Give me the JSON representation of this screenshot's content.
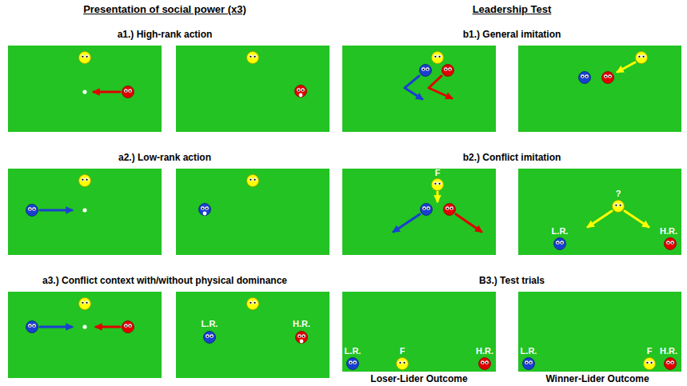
{
  "diagram": {
    "labels": [
      "Presentation of social power (x3)",
      "Leadership Test",
      "a1.) High-rank action",
      "b1.) General imitation",
      "a2.) Low-rank action",
      "b2.) Conflict imitation",
      "a3.) Conflict context with/without physical dominance",
      "B3.) Test trials",
      "L.R.",
      "H.R.",
      "F",
      "L.R.",
      "?",
      "H.R.",
      "L.R.",
      "F",
      "H.R.",
      "L.R.",
      "F",
      "H.R.",
      "Loser-Lider Outcome",
      "Winner-Lider Outcome"
    ]
  }
}
